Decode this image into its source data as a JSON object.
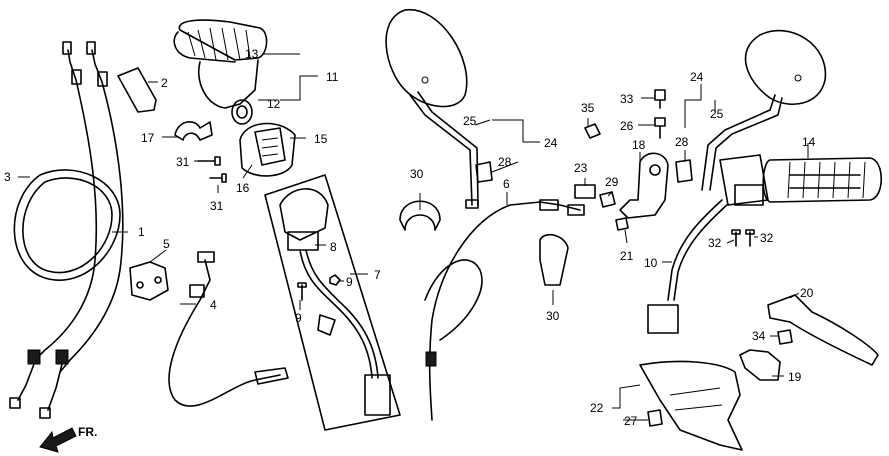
{
  "labels": {
    "l1": "1",
    "l2": "2",
    "l3": "3",
    "l4": "4",
    "l5": "5",
    "l6": "6",
    "l7": "7",
    "l8": "8",
    "l9a": "9",
    "l9b": "9",
    "l10": "10",
    "l11": "11",
    "l12": "12",
    "l13": "13",
    "l14": "14",
    "l15": "15",
    "l16": "16",
    "l17": "17",
    "l18": "18",
    "l19": "19",
    "l20": "20",
    "l21": "21",
    "l22": "22",
    "l23": "23",
    "l24a": "24",
    "l24b": "24",
    "l25a": "25",
    "l25b": "25",
    "l26": "26",
    "l27": "27",
    "l28a": "28",
    "l28b": "28",
    "l29": "29",
    "l30a": "30",
    "l30b": "30",
    "l31a": "31",
    "l31b": "31",
    "l32a": "32",
    "l32b": "32",
    "l33": "33",
    "l34": "34",
    "l35": "35"
  },
  "direction": {
    "label": "FR."
  },
  "colors": {
    "ink": "#000000",
    "paper": "#ffffff"
  }
}
